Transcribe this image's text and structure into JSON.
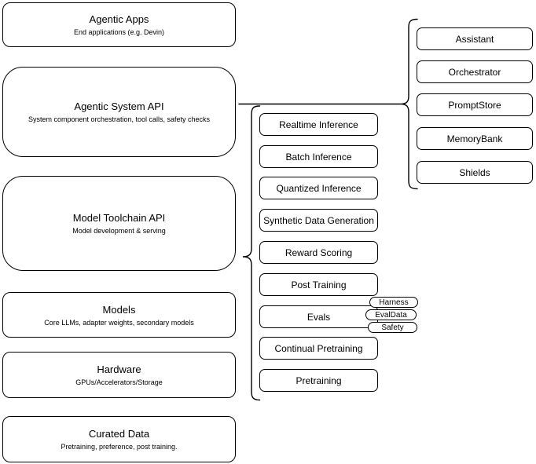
{
  "canvas": {
    "background": "#ffffff",
    "stroke_color": "#000000",
    "fill_color": "#ffffff"
  },
  "stack_layers": [
    {
      "title": "Agentic Apps",
      "subtitle": "End applications (e.g. Devin)"
    },
    {
      "title": "Agentic System API",
      "subtitle": "System component orchestration, tool calls, safety checks"
    },
    {
      "title": "Model Toolchain API",
      "subtitle": "Model development & serving"
    },
    {
      "title": "Models",
      "subtitle": "Core LLMs, adapter weights, secondary models"
    },
    {
      "title": "Hardware",
      "subtitle": "GPUs/Accelerators/Storage"
    },
    {
      "title": "Curated Data",
      "subtitle": "Pretraining, preference, post training."
    }
  ],
  "toolchain_components": [
    {
      "label": "Realtime Inference"
    },
    {
      "label": "Batch Inference"
    },
    {
      "label": "Quantized Inference"
    },
    {
      "label": "Synthetic Data Generation"
    },
    {
      "label": "Reward Scoring"
    },
    {
      "label": "Post Training"
    },
    {
      "label": "Evals"
    },
    {
      "label": "Continual Pretraining"
    },
    {
      "label": "Pretraining"
    }
  ],
  "system_components": [
    {
      "label": "Assistant"
    },
    {
      "label": "Orchestrator"
    },
    {
      "label": "PromptStore"
    },
    {
      "label": "MemoryBank"
    },
    {
      "label": "Shields"
    }
  ],
  "evals_tags": [
    {
      "label": "Harness"
    },
    {
      "label": "EvalData"
    },
    {
      "label": "Safety"
    }
  ]
}
